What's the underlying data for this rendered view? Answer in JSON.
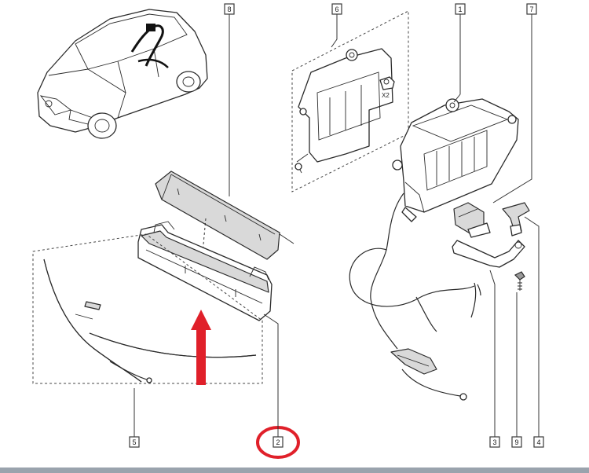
{
  "callouts": [
    {
      "id": "c8",
      "label": "8"
    },
    {
      "id": "c6",
      "label": "6"
    },
    {
      "id": "c1",
      "label": "1"
    },
    {
      "id": "c7",
      "label": "7"
    },
    {
      "id": "c5",
      "label": "5"
    },
    {
      "id": "c2",
      "label": "2"
    },
    {
      "id": "c3",
      "label": "3"
    },
    {
      "id": "c9",
      "label": "9"
    },
    {
      "id": "c4",
      "label": "4"
    }
  ],
  "quantity_marker": "X2",
  "colors": {
    "highlight_arrow": "#e0202a",
    "highlight_circle": "#e0202a",
    "line": "#2a2a2a",
    "footer": "#9aa3ad"
  }
}
